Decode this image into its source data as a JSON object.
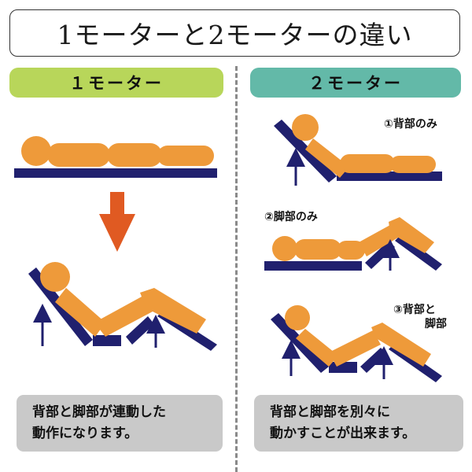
{
  "title": "1モーターと2モーターの違い",
  "left": {
    "header": "１モーター",
    "caption_line1": "背部と脚部が連動した",
    "caption_line2": "動作になります。"
  },
  "right": {
    "header": "２モーター",
    "label_back_only": "①背部のみ",
    "label_leg_only": "②脚部のみ",
    "label_both_line1": "③背部と",
    "label_both_line2": "脚部",
    "caption_line1": "背部と脚部を別々に",
    "caption_line2": "動かすことが出来ます。"
  },
  "colors": {
    "body": "#ee9a3a",
    "bed": "#20206e",
    "down_arrow": "#e05a22",
    "left_header": "#b8d65a",
    "right_header": "#63b9a8",
    "caption_bg": "#c9c9c9"
  },
  "icons": [
    "down-arrow-icon",
    "up-arrow-icon"
  ]
}
